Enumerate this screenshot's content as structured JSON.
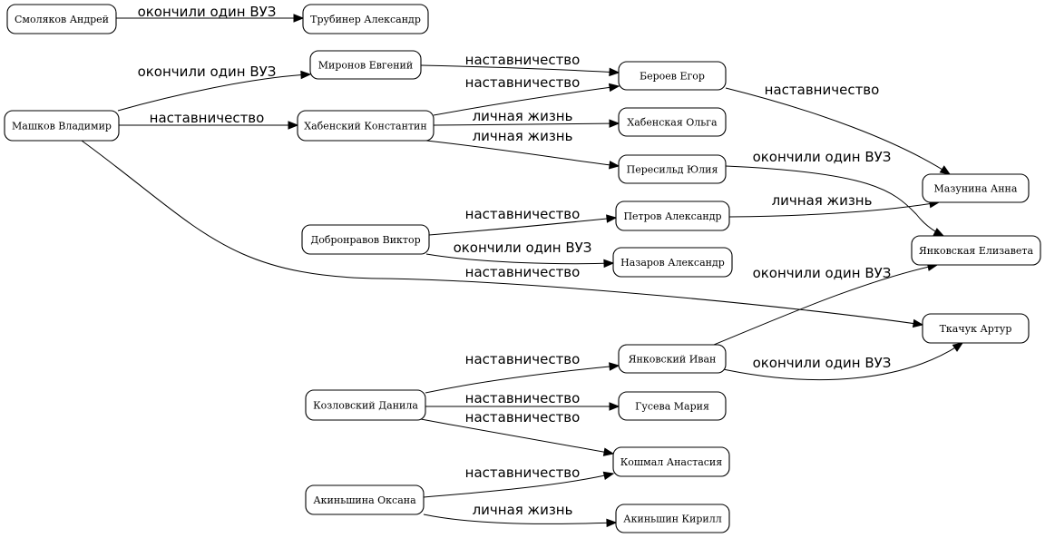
{
  "graph": {
    "nodes": [
      {
        "id": "smolyakov",
        "label": "Смоляков Андрей"
      },
      {
        "id": "trubner",
        "label": "Трубинер Александр"
      },
      {
        "id": "mashkov",
        "label": "Машков Владимир"
      },
      {
        "id": "mironov",
        "label": "Миронов Евгений"
      },
      {
        "id": "khabensky",
        "label": "Хабенский Константин"
      },
      {
        "id": "beroev",
        "label": "Бероев Егор"
      },
      {
        "id": "khabenskaya",
        "label": "Хабенская Ольга"
      },
      {
        "id": "peresild",
        "label": "Пересильд Юлия"
      },
      {
        "id": "mazunina",
        "label": "Мазунина Анна"
      },
      {
        "id": "yankovskaya",
        "label": "Янковская Елизавета"
      },
      {
        "id": "dobronravov",
        "label": "Добронравов Виктор"
      },
      {
        "id": "petrov",
        "label": "Петров Александр"
      },
      {
        "id": "nazarov",
        "label": "Назаров Александр"
      },
      {
        "id": "tkachuk",
        "label": "Ткачук Артур"
      },
      {
        "id": "kozlovsky",
        "label": "Козловский Данила"
      },
      {
        "id": "yankovsky",
        "label": "Янковский Иван"
      },
      {
        "id": "guseva",
        "label": "Гусева Мария"
      },
      {
        "id": "koshmal",
        "label": "Кошмал Анастасия"
      },
      {
        "id": "akinshina",
        "label": "Акиньшина Оксана"
      },
      {
        "id": "akinshin",
        "label": "Акиньшин Кирилл"
      }
    ],
    "edges": [
      {
        "from": "smolyakov",
        "to": "trubner",
        "label": "окончили один ВУЗ"
      },
      {
        "from": "mashkov",
        "to": "mironov",
        "label": "окончили один ВУЗ"
      },
      {
        "from": "mironov",
        "to": "beroev",
        "label": "наставничество"
      },
      {
        "from": "mashkov",
        "to": "khabensky",
        "label": "наставничество"
      },
      {
        "from": "khabensky",
        "to": "beroev",
        "label": "наставничество"
      },
      {
        "from": "khabensky",
        "to": "khabenskaya",
        "label": "личная жизнь"
      },
      {
        "from": "khabensky",
        "to": "peresild",
        "label": "личная жизнь"
      },
      {
        "from": "beroev",
        "to": "mazunina",
        "label": "наставничество"
      },
      {
        "from": "peresild",
        "to": "yankovskaya",
        "label": "окончили один ВУЗ"
      },
      {
        "from": "dobronravov",
        "to": "petrov",
        "label": "наставничество"
      },
      {
        "from": "petrov",
        "to": "mazunina",
        "label": "личная жизнь"
      },
      {
        "from": "dobronravov",
        "to": "nazarov",
        "label": "окончили один ВУЗ"
      },
      {
        "from": "mashkov",
        "to": "tkachuk",
        "label": "наставничество"
      },
      {
        "from": "yankovsky",
        "to": "yankovskaya",
        "label": "окончили один ВУЗ"
      },
      {
        "from": "kozlovsky",
        "to": "yankovsky",
        "label": "наставничество"
      },
      {
        "from": "yankovsky",
        "to": "tkachuk",
        "label": "окончили один ВУЗ"
      },
      {
        "from": "kozlovsky",
        "to": "guseva",
        "label": "наставничество"
      },
      {
        "from": "kozlovsky",
        "to": "koshmal",
        "label": "наставничество"
      },
      {
        "from": "akinshina",
        "to": "koshmal",
        "label": "наставничество"
      },
      {
        "from": "akinshina",
        "to": "akinshin",
        "label": "личная жизнь"
      }
    ]
  }
}
